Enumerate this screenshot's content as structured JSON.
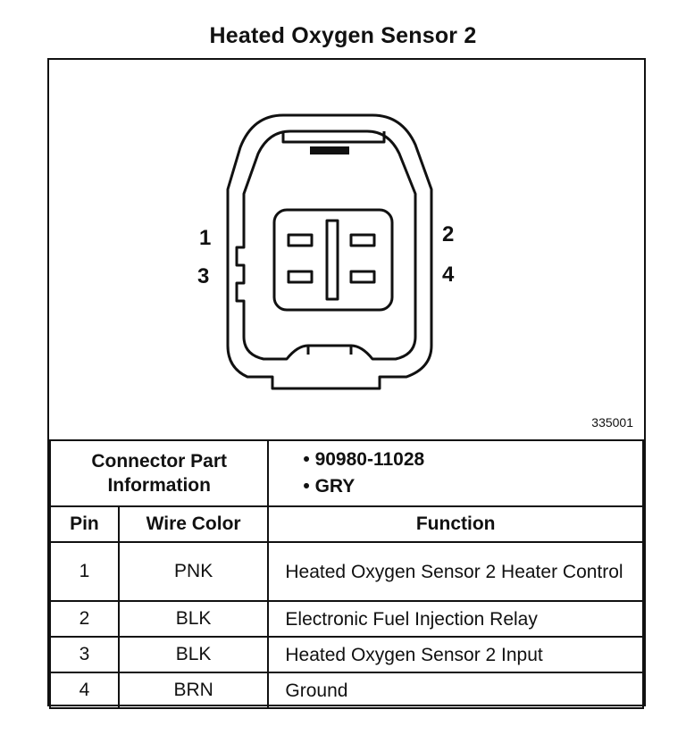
{
  "title": "Heated Oxygen Sensor 2",
  "figure_number": "335001",
  "pins_labels": [
    "1",
    "2",
    "3",
    "4"
  ],
  "connector_part_information": {
    "label_line1": "Connector Part",
    "label_line2": "Information",
    "values": [
      "90980-11028",
      "GRY"
    ]
  },
  "table": {
    "headers": [
      "Pin",
      "Wire Color",
      "Function"
    ],
    "rows": [
      {
        "pin": "1",
        "wire_color": "PNK",
        "function": "Heated Oxygen Sensor 2 Heater Control"
      },
      {
        "pin": "2",
        "wire_color": "BLK",
        "function": "Electronic Fuel Injection Relay"
      },
      {
        "pin": "3",
        "wire_color": "BLK",
        "function": "Heated Oxygen Sensor 2 Input"
      },
      {
        "pin": "4",
        "wire_color": "BRN",
        "function": "Ground"
      }
    ]
  }
}
